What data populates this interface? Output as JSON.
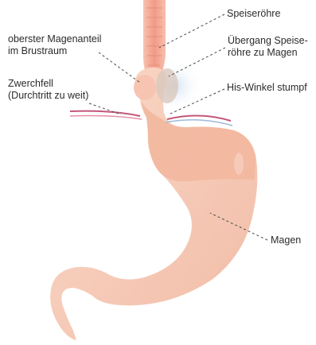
{
  "labels": {
    "esophagus": "Speiseröhre",
    "upper_stomach_line1": "oberster Magenanteil",
    "upper_stomach_line2": "im Brustraum",
    "junction_line1": "Übergang Speise-",
    "junction_line2": "röhre zu Magen",
    "diaphragm_line1": "Zwerchfell",
    "diaphragm_line2": "(Durchtritt zu weit)",
    "his_angle": "His-Winkel stumpf",
    "stomach": "Magen"
  },
  "colors": {
    "stomach_fill": "#f6c8b4",
    "stomach_upper_fill": "#f2b79f",
    "esophagus_fill": "#f3a28e",
    "diaphragm": "#c4577a",
    "diaphragm_light": "#9fb9d6",
    "hernia_shadow": "#b9cfe6",
    "leader_line": "#4a4a4a"
  }
}
